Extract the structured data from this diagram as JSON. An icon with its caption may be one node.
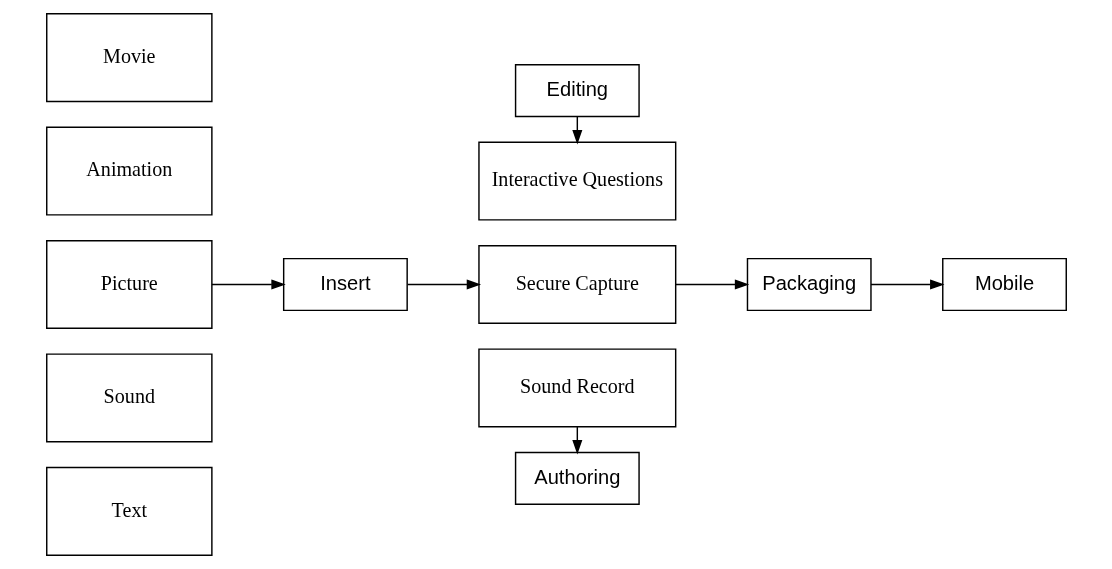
{
  "diagram": {
    "nodes": [
      {
        "text": [
          "Movie"
        ]
      },
      {
        "text": [
          "Animation"
        ]
      },
      {
        "text": [
          "Picture"
        ]
      },
      {
        "text": [
          "Sound"
        ]
      },
      {
        "text": [
          "Text"
        ]
      },
      {
        "text": [
          "Insert"
        ]
      },
      {
        "text": [
          "Editing"
        ]
      },
      {
        "text": [
          "Interactive Questions"
        ]
      },
      {
        "text": [
          "Secure Capture"
        ]
      },
      {
        "text": [
          "Sound Record"
        ]
      },
      {
        "text": [
          "Authoring"
        ]
      },
      {
        "text": [
          "Packaging"
        ]
      },
      {
        "text": [
          "Mobile"
        ]
      }
    ],
    "edges": [
      {
        "from": 2,
        "to": 5,
        "arrow": "to"
      },
      {
        "from": 5,
        "to": 8,
        "arrow": "to"
      },
      {
        "from": 6,
        "to": 7,
        "arrow": "to"
      },
      {
        "from": 8,
        "to": 11,
        "arrow": "to"
      },
      {
        "from": 11,
        "to": 12,
        "arrow": "to"
      },
      {
        "from": 9,
        "to": 10,
        "arrow": "to"
      }
    ]
  }
}
